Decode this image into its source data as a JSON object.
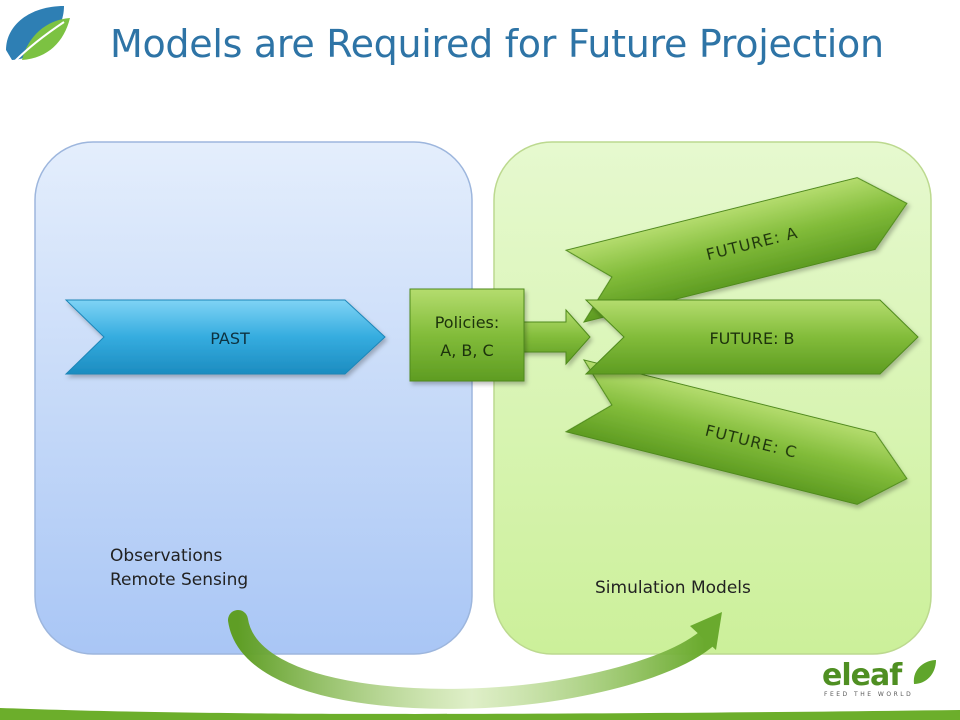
{
  "slide": {
    "title": "Models are Required for Future Projection"
  },
  "left_panel": {
    "line1": "Observations",
    "line2": "Remote Sensing"
  },
  "right_panel": {
    "label": "Simulation Models"
  },
  "arrows": {
    "past": "PAST",
    "future_a": "FUTURE: A",
    "future_b": "FUTURE: B",
    "future_c": "FUTURE: C"
  },
  "policies": {
    "line1": "Policies:",
    "line2": "A, B, C"
  },
  "logo": {
    "word": "eleaf",
    "tagline": "FEED THE WORLD"
  },
  "colors": {
    "title": "#2e74a6",
    "left_panel": "#b7d0f7",
    "right_panel": "#d8f5b0",
    "past_arrow": "#37aee0",
    "future_arrows": "#7ab62f",
    "footer_bar": "#6cae2b"
  }
}
